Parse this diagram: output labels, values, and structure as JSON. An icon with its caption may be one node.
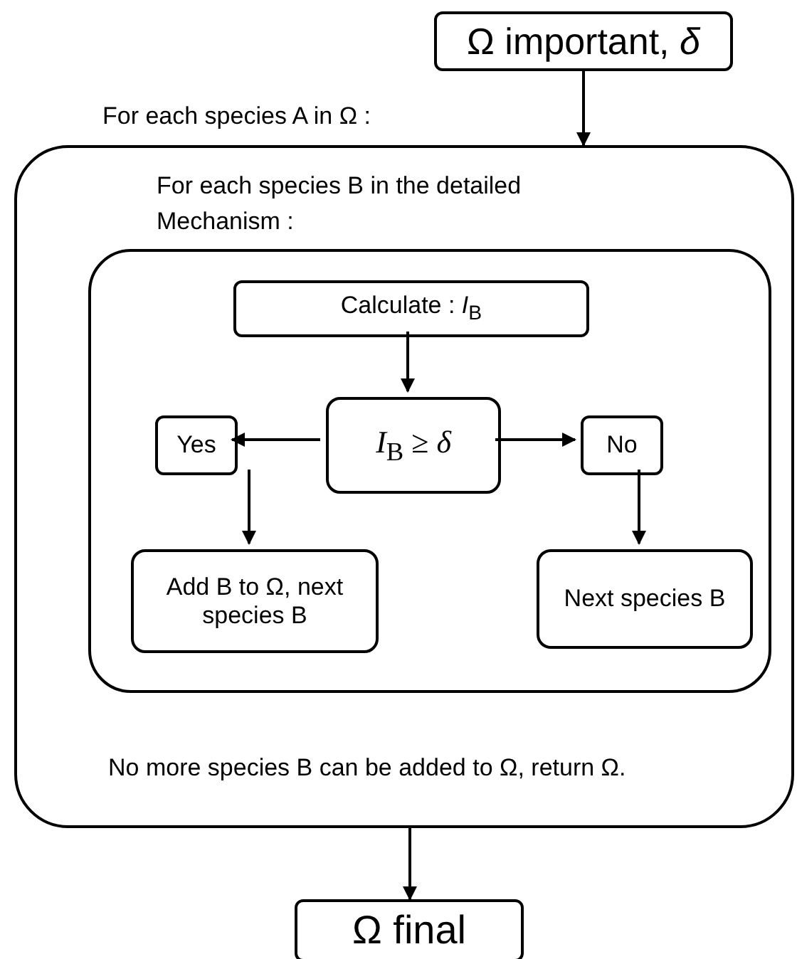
{
  "diagram": {
    "nodes": [
      {
        "text": [
          "Ω important, *δ*"
        ]
      },
      {
        "text": [
          "For each species A in Ω :",
          "No more species B can be added to Ω, return Ω."
        ]
      },
      {
        "text": [
          "For each species B in the detailed Mechanism :"
        ],
        "in": 1
      },
      {
        "text": [
          "Calculate : *I*$_{B}$"
        ],
        "in": 2
      },
      {
        "text": [
          "*I*$_{B}$ ≥ *δ*"
        ],
        "in": 2
      },
      {
        "text": [
          "Yes"
        ],
        "in": 2
      },
      {
        "text": [
          "No"
        ],
        "in": 2
      },
      {
        "text": [
          "Add B to Ω, next species B"
        ],
        "in": 2
      },
      {
        "text": [
          "Next species B"
        ],
        "in": 2
      },
      {
        "text": [
          "Ω final"
        ]
      }
    ],
    "edges": [
      {
        "from": 0,
        "to": 1,
        "arrow": "to"
      },
      {
        "from": 3,
        "to": 4,
        "arrow": "to"
      },
      {
        "from": 4,
        "to": 5,
        "arrow": "to"
      },
      {
        "from": 4,
        "to": 6,
        "arrow": "to"
      },
      {
        "from": 5,
        "to": 7,
        "arrow": "to"
      },
      {
        "from": 6,
        "to": 8,
        "arrow": "to"
      },
      {
        "from": 1,
        "to": 9,
        "arrow": "to"
      }
    ]
  }
}
